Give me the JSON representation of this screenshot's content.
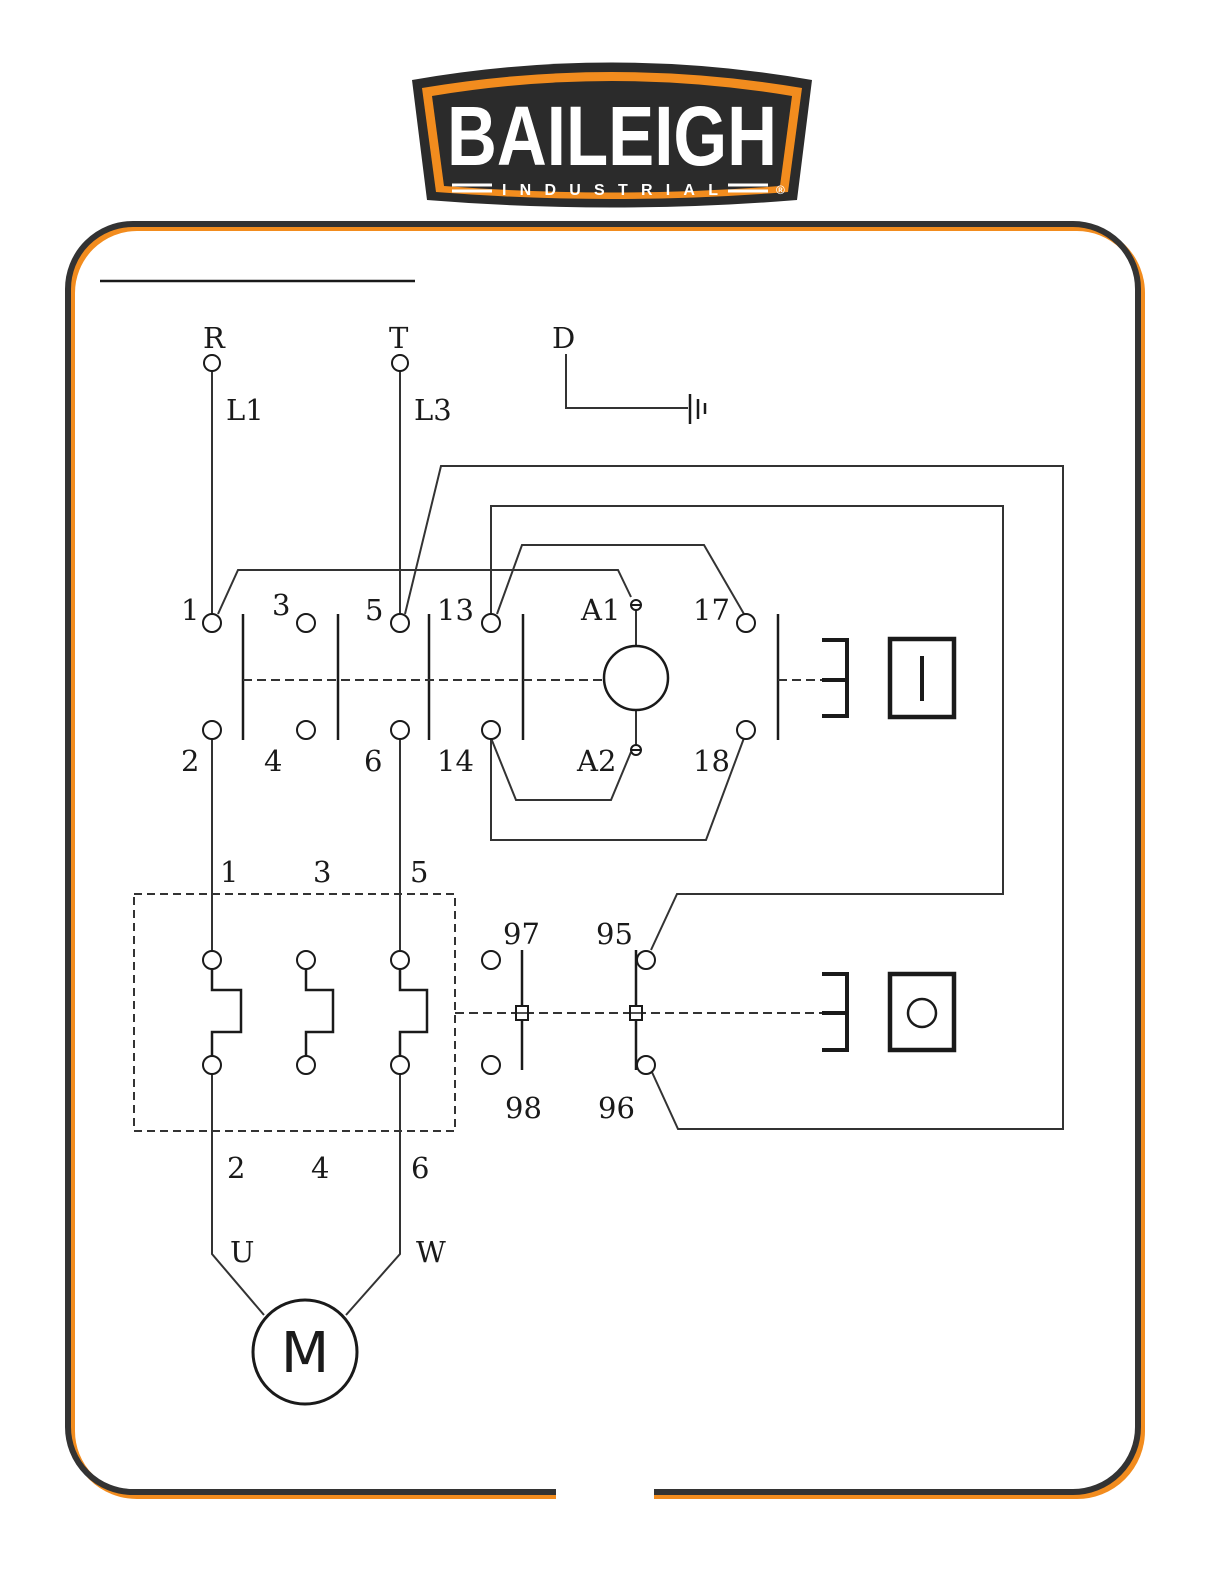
{
  "logo": {
    "brand": "BAILEIGH",
    "sub": "INDUSTRIAL",
    "mark": "®",
    "colors": {
      "orange": "#f28c1e",
      "dark": "#2b2b2b",
      "text": "#ffffff"
    }
  },
  "frame": {
    "border_dark": "#333333",
    "border_orange": "#f28c1e"
  },
  "diagram": {
    "supply": {
      "r": "R",
      "t": "T",
      "d": "D",
      "l1": "L1",
      "l3": "L3"
    },
    "contactor": {
      "top": [
        "1",
        "3",
        "5",
        "13",
        "A1",
        "17"
      ],
      "bottom": [
        "2",
        "4",
        "6",
        "14",
        "A2",
        "18"
      ]
    },
    "overload": {
      "top": [
        "1",
        "3",
        "5"
      ],
      "bottom": [
        "2",
        "4",
        "6"
      ],
      "aux_top": [
        "97",
        "95"
      ],
      "aux_bottom": [
        "98",
        "96"
      ]
    },
    "motor": {
      "u": "U",
      "w": "W",
      "symbol": "M"
    }
  }
}
